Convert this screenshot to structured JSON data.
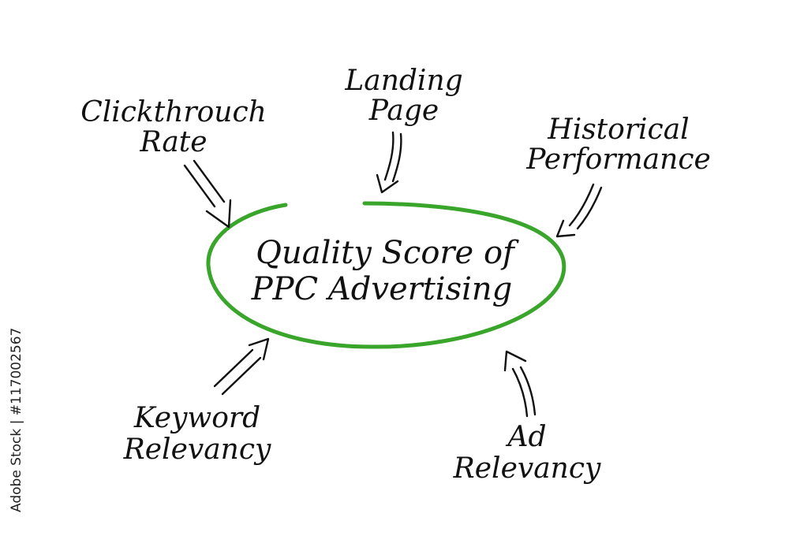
{
  "center": {
    "line1": "Quality Score of",
    "line2": "PPC Advertising",
    "ring_color": "#3aa52b"
  },
  "factors": [
    {
      "id": "clickthrough",
      "lines": [
        "Clickthrouch",
        "Rate"
      ]
    },
    {
      "id": "landing",
      "lines": [
        "Landing",
        "Page"
      ]
    },
    {
      "id": "historical",
      "lines": [
        "Historical",
        "Performance"
      ]
    },
    {
      "id": "keyword",
      "lines": [
        "Keyword",
        "Relevancy"
      ]
    },
    {
      "id": "ad",
      "lines": [
        "Ad",
        "Relevancy"
      ]
    }
  ],
  "stock_id": "Adobe Stock | #117002567"
}
